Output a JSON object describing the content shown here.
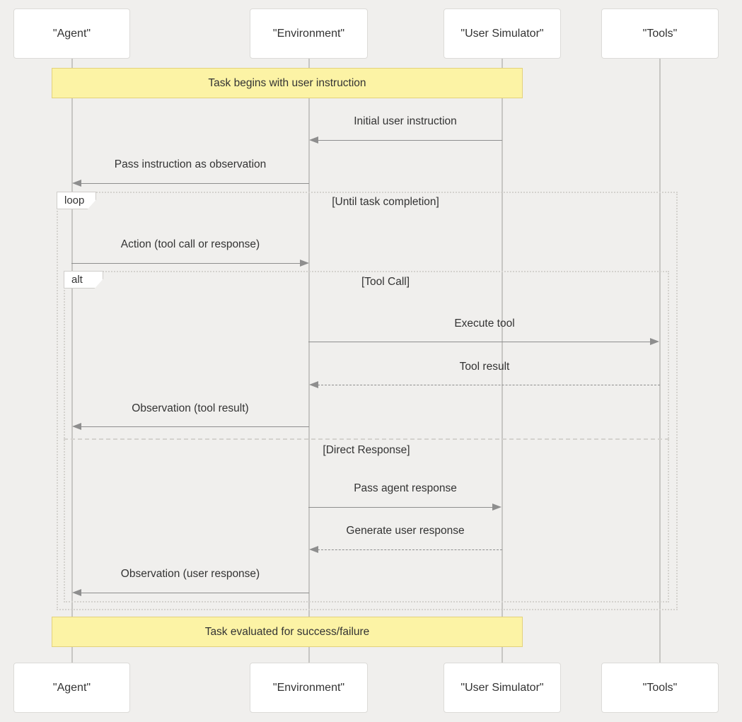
{
  "diagram_type": "sequence-diagram",
  "colors": {
    "background": "#f0efed",
    "participant_fill": "#ffffff",
    "participant_border": "#dcdbd8",
    "lifeline": "#c7c6c3",
    "arrow": "#8e8e8e",
    "text": "#333333",
    "note_fill": "#fcf3a5",
    "note_border": "#e3d27c",
    "frame_border": "#d4d2ce"
  },
  "participants": [
    {
      "label": "\"Agent\""
    },
    {
      "label": "\"Environment\""
    },
    {
      "label": "\"User Simulator\""
    },
    {
      "label": "\"Tools\""
    }
  ],
  "notes": [
    {
      "text": "Task begins with user instruction"
    },
    {
      "text": "Task evaluated for success/failure"
    }
  ],
  "frames": [
    {
      "kind": "loop",
      "tag": "loop",
      "condition": "[Until task completion]"
    },
    {
      "kind": "alt",
      "tag": "alt",
      "condition": "[Tool Call]",
      "else_condition": "[Direct Response]"
    }
  ],
  "messages": [
    {
      "label": "Initial user instruction",
      "from": "User Simulator",
      "to": "Environment",
      "line": "solid"
    },
    {
      "label": "Pass instruction as observation",
      "from": "Environment",
      "to": "Agent",
      "line": "solid"
    },
    {
      "label": "Action (tool call or response)",
      "from": "Agent",
      "to": "Environment",
      "line": "solid"
    },
    {
      "label": "Execute tool",
      "from": "Environment",
      "to": "Tools",
      "line": "solid"
    },
    {
      "label": "Tool result",
      "from": "Tools",
      "to": "Environment",
      "line": "dashed"
    },
    {
      "label": "Observation (tool result)",
      "from": "Environment",
      "to": "Agent",
      "line": "solid"
    },
    {
      "label": "Pass agent response",
      "from": "Environment",
      "to": "User Simulator",
      "line": "solid"
    },
    {
      "label": "Generate user response",
      "from": "User Simulator",
      "to": "Environment",
      "line": "dashed"
    },
    {
      "label": "Observation (user response)",
      "from": "Environment",
      "to": "Agent",
      "line": "solid"
    }
  ]
}
